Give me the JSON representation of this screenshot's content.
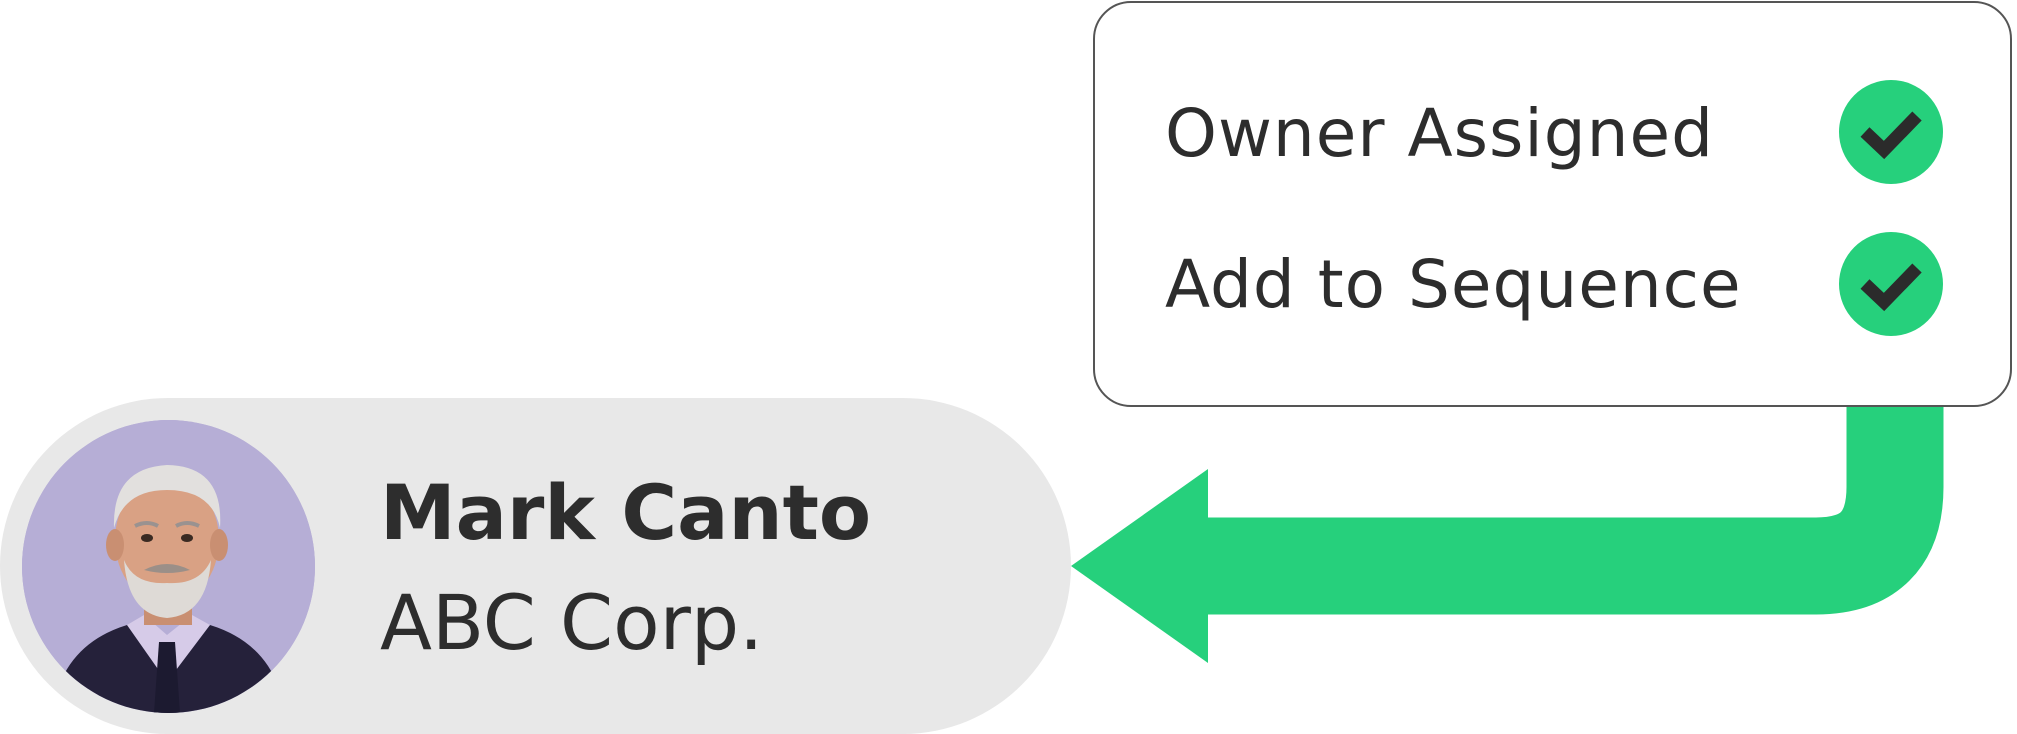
{
  "tasks": [
    {
      "label": "Owner Assigned",
      "status_icon": "check-icon"
    },
    {
      "label": "Add to Sequence",
      "status_icon": "check-icon"
    }
  ],
  "contact": {
    "name": "Mark Canto",
    "company": "ABC Corp.",
    "avatar": "person-photo"
  },
  "colors": {
    "accent_green": "#26d07c",
    "check_mark": "#2b2b2b",
    "pill_background": "#e8e8e8",
    "avatar_background": "#b6aed6",
    "text": "#2d2d2d",
    "card_border": "#555555"
  }
}
